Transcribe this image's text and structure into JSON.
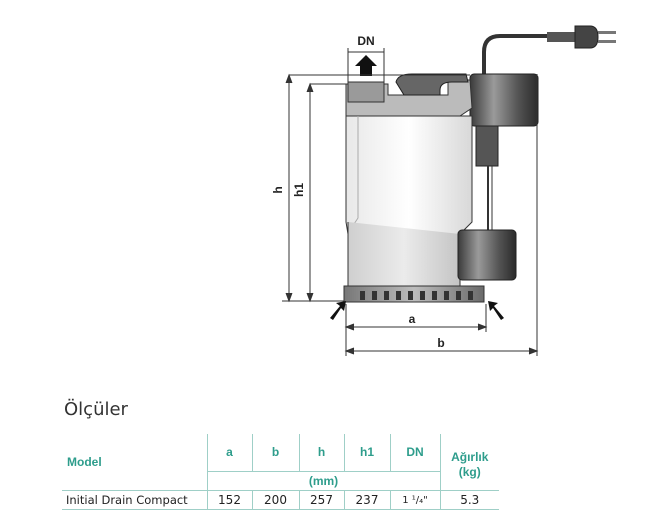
{
  "drawing": {
    "labels": {
      "dn": "DN",
      "h": "h",
      "h1": "h1",
      "a": "a",
      "b": "b"
    }
  },
  "section": {
    "title": "Ölçüler"
  },
  "table": {
    "headers": {
      "model": "Model",
      "a": "a",
      "b": "b",
      "h": "h",
      "h1": "h1",
      "dn": "DN",
      "weight": "Ağırlık\n(kg)",
      "unit": "(mm)"
    },
    "row": {
      "model": "Initial Drain Compact",
      "a": "152",
      "b": "200",
      "h": "257",
      "h1": "237",
      "dn": "1 ¹/₄\"",
      "weight": "5.3"
    }
  },
  "colors": {
    "accent": "#2e9d8c",
    "rule": "#9fcfc7"
  }
}
